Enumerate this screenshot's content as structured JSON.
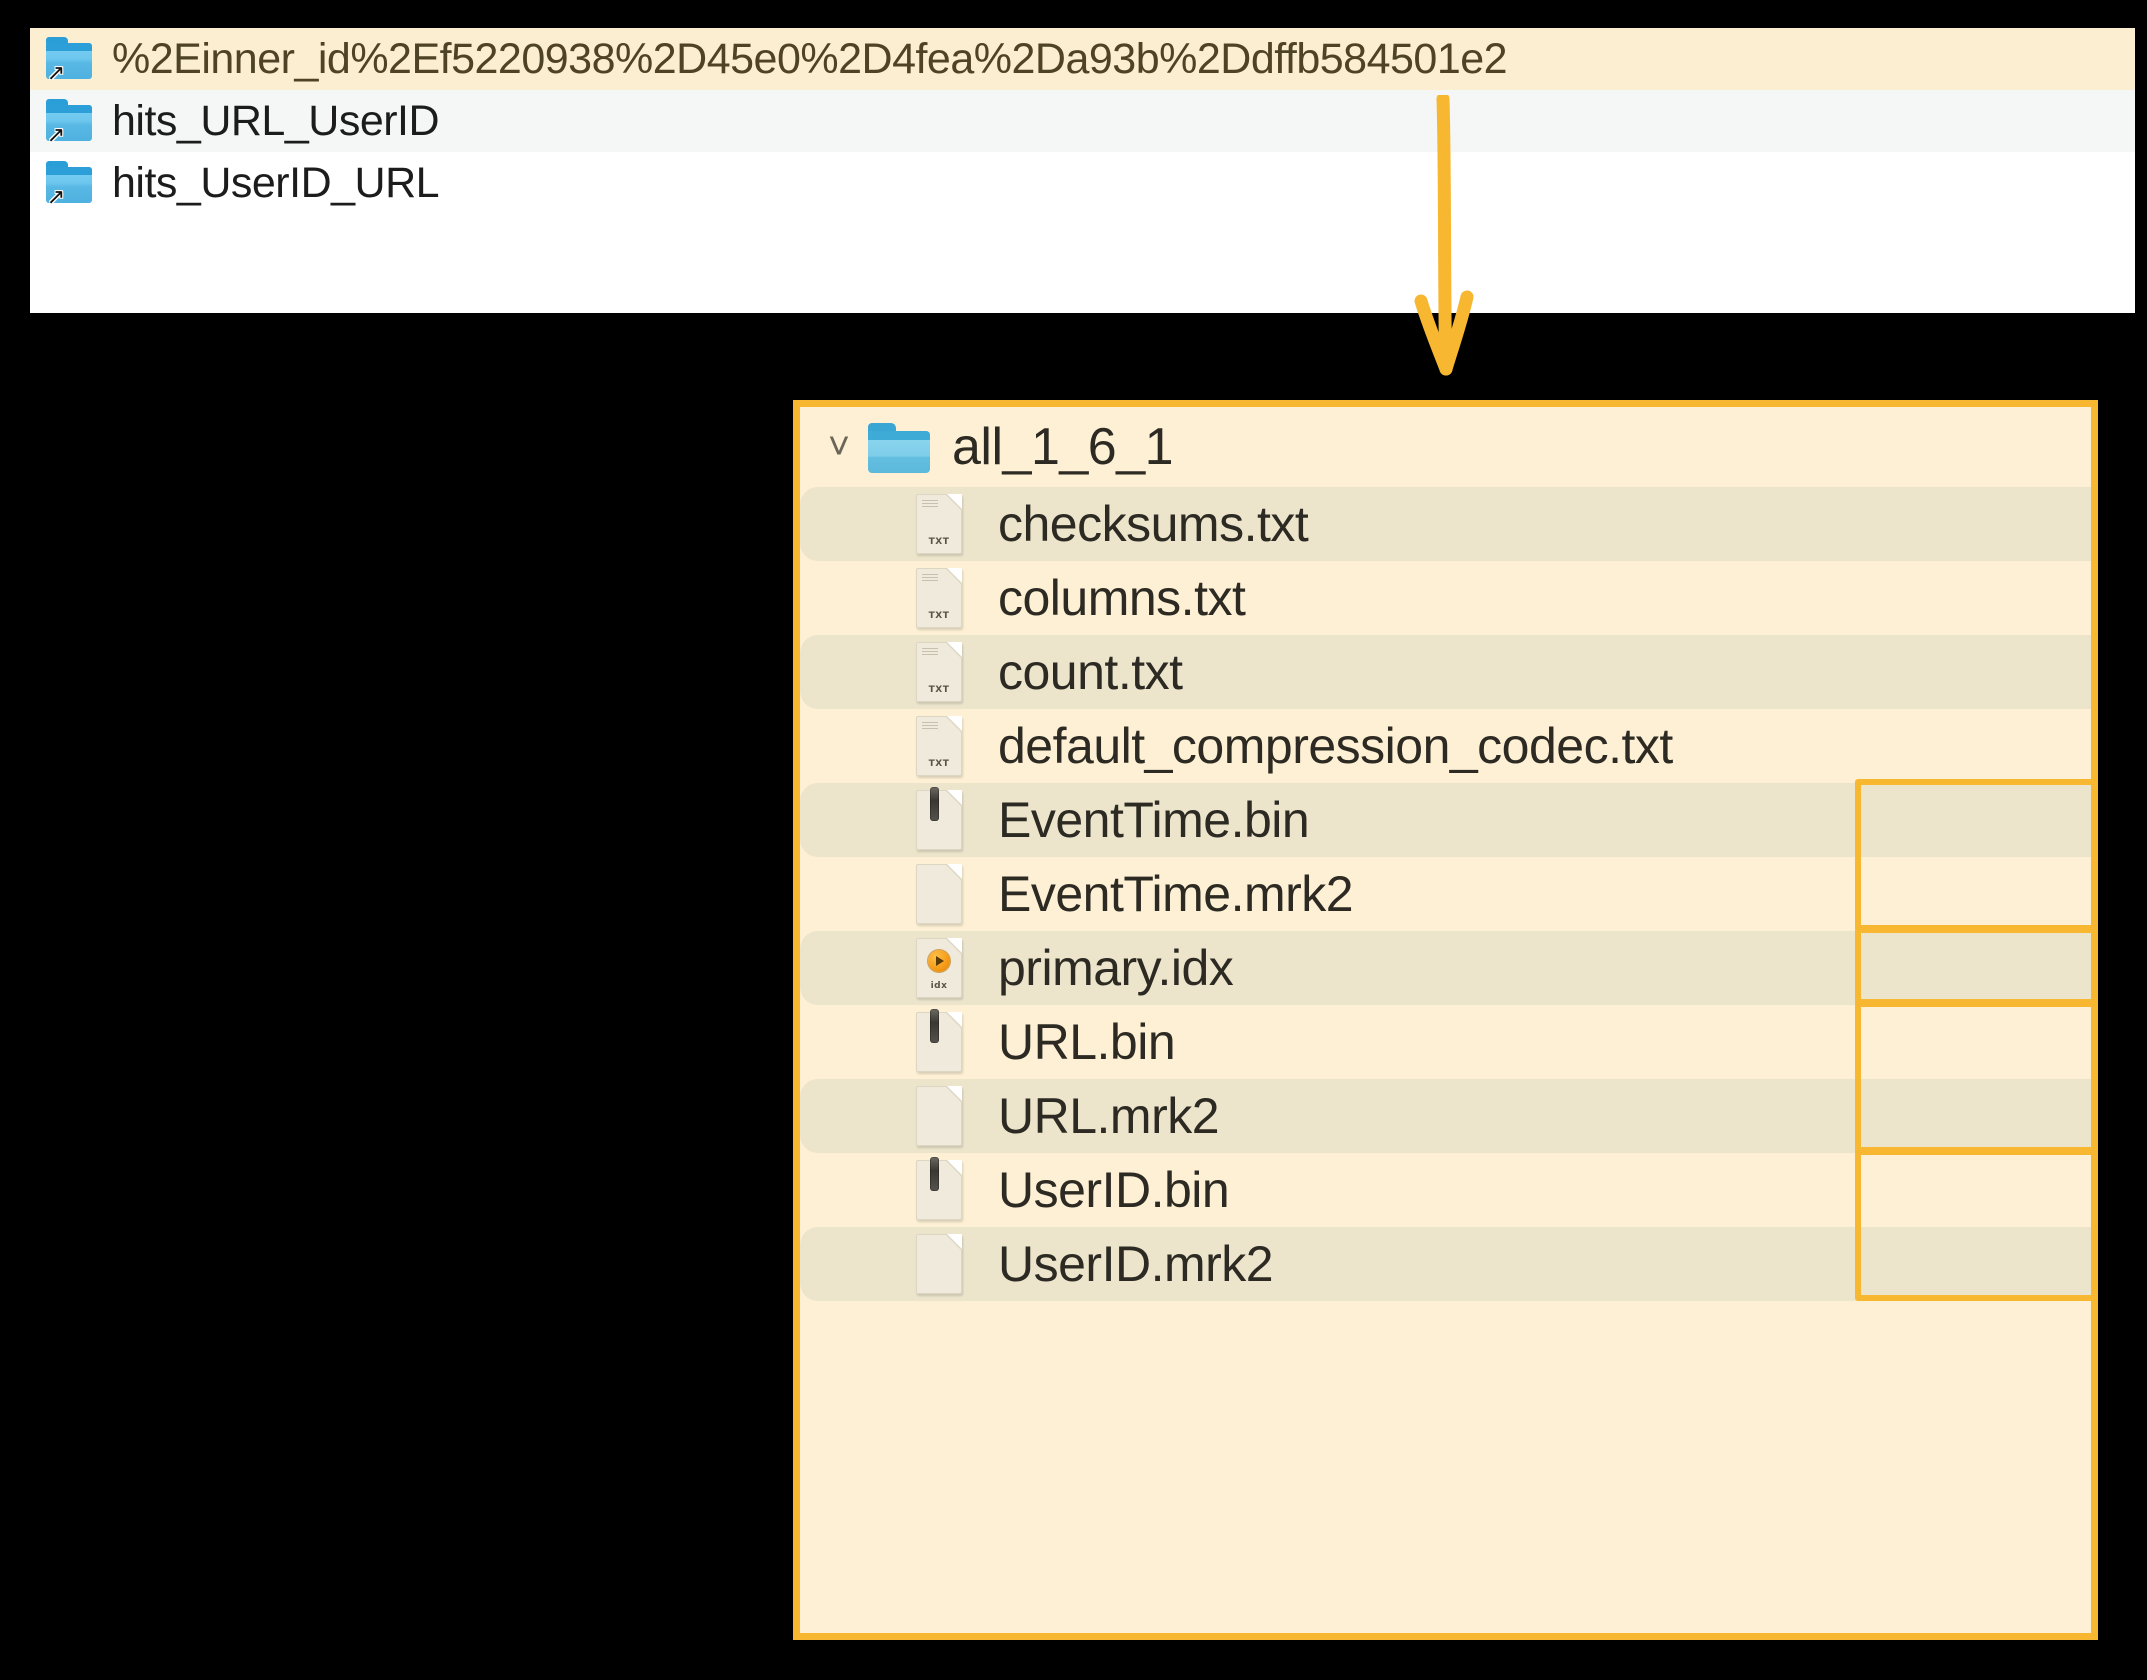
{
  "colors": {
    "accent": "#f7b731",
    "panel_bg": "#fdf0d5",
    "row_alt_bg": "#ece5cc",
    "selected_row_bg": "#fceed0",
    "hover_row_bg": "#f4f7f6",
    "text": "#2c2a22",
    "folder_blue": "#6cc6ee",
    "canvas": "#000000"
  },
  "top_panel": {
    "name": "symlink-folder-list",
    "rows": [
      {
        "label": "%2Einner_id%2Ef5220938%2D45e0%2D4fea%2Da93b%2Ddffb584501e2",
        "icon": "folder-shortcut-icon",
        "state": "selected"
      },
      {
        "label": "hits_URL_UserID",
        "icon": "folder-shortcut-icon",
        "state": "hover"
      },
      {
        "label": "hits_UserID_URL",
        "icon": "folder-shortcut-icon",
        "state": "normal"
      }
    ]
  },
  "annotation": {
    "arrow": {
      "name": "callout-arrow-down",
      "color": "#f7b731",
      "direction": "down"
    }
  },
  "detail_panel": {
    "name": "part-directory-listing",
    "directory": {
      "label": "all_1_6_1",
      "chevron": "chevron-down-icon",
      "icon": "folder-icon",
      "expanded": true
    },
    "files": [
      {
        "label": "checksums.txt",
        "icon": "txt-file-icon",
        "icon_tag": "TXT",
        "stripe": "alt",
        "highlighted": false
      },
      {
        "label": "columns.txt",
        "icon": "txt-file-icon",
        "icon_tag": "TXT",
        "stripe": "plain",
        "highlighted": false
      },
      {
        "label": "count.txt",
        "icon": "txt-file-icon",
        "icon_tag": "TXT",
        "stripe": "alt",
        "highlighted": false
      },
      {
        "label": "default_compression_codec.txt",
        "icon": "txt-file-icon",
        "icon_tag": "TXT",
        "stripe": "plain",
        "highlighted": false
      },
      {
        "label": "EventTime.bin",
        "icon": "binary-file-icon",
        "icon_tag": "",
        "stripe": "alt",
        "highlighted": true
      },
      {
        "label": "EventTime.mrk2",
        "icon": "blank-file-icon",
        "icon_tag": "",
        "stripe": "plain",
        "highlighted": true
      },
      {
        "label": "primary.idx",
        "icon": "idx-file-icon",
        "icon_tag": "idx",
        "stripe": "alt",
        "highlighted": true
      },
      {
        "label": "URL.bin",
        "icon": "binary-file-icon",
        "icon_tag": "",
        "stripe": "plain",
        "highlighted": true
      },
      {
        "label": "URL.mrk2",
        "icon": "blank-file-icon",
        "icon_tag": "",
        "stripe": "alt",
        "highlighted": true
      },
      {
        "label": "UserID.bin",
        "icon": "binary-file-icon",
        "icon_tag": "",
        "stripe": "plain",
        "highlighted": true
      },
      {
        "label": "UserID.mrk2",
        "icon": "blank-file-icon",
        "icon_tag": "",
        "stripe": "alt",
        "highlighted": true
      }
    ],
    "highlight_groups": [
      {
        "name": "highlight-eventtime",
        "first_index": 4,
        "count": 2
      },
      {
        "name": "highlight-primary-idx",
        "first_index": 6,
        "count": 1
      },
      {
        "name": "highlight-url",
        "first_index": 7,
        "count": 2
      },
      {
        "name": "highlight-userid",
        "first_index": 9,
        "count": 2
      }
    ]
  }
}
